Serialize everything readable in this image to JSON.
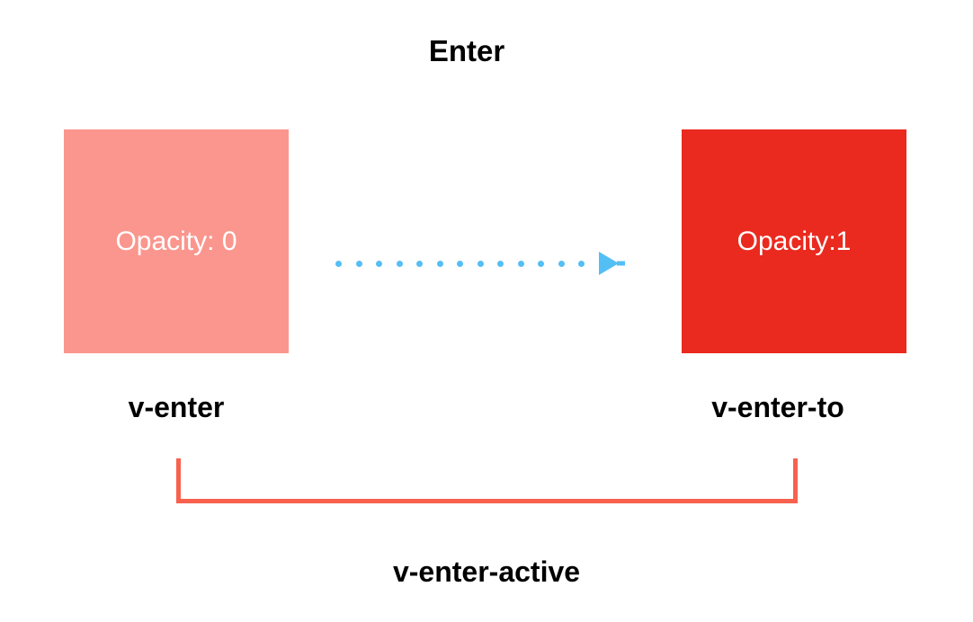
{
  "title": "Enter",
  "colors": {
    "background": "#FFFFFF",
    "pink": "#FB968E",
    "red": "#EA2A1F",
    "coral": "#F7614E",
    "blue": "#54BFF5",
    "text": "#000000"
  },
  "boxes": {
    "start": {
      "label": "Opacity: 0",
      "class_name": "v-enter"
    },
    "end": {
      "label": "Opacity:1",
      "class_name": "v-enter-to"
    }
  },
  "arrow": {
    "icon": "dotted-arrow-icon",
    "dot_count": 13
  },
  "bracket": {
    "label": "v-enter-active"
  }
}
